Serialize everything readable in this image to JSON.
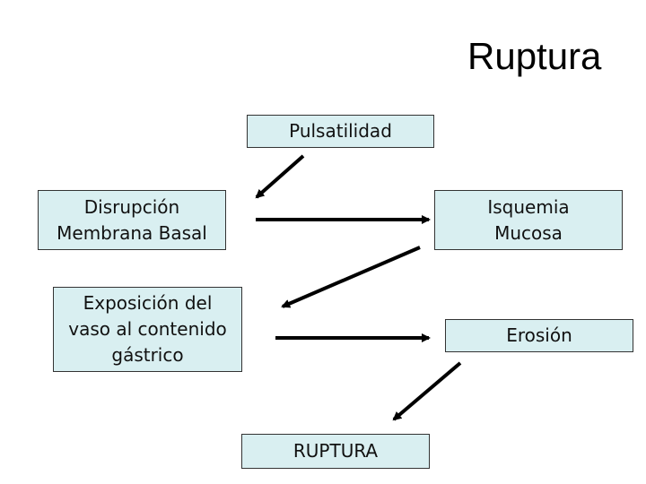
{
  "title": "Ruptura",
  "nodes": {
    "pulsatilidad": "Pulsatilidad",
    "disrupcion": "Disrupción\nMembrana Basal",
    "isquemia": "Isquemia\nMucosa",
    "exposicion": "Exposición del\nvaso al contenido\ngástrico",
    "erosion": "Erosión",
    "ruptura": "RUPTURA"
  },
  "colors": {
    "box_fill": "#d9eff1",
    "box_border": "#333333",
    "arrow": "#000000"
  }
}
